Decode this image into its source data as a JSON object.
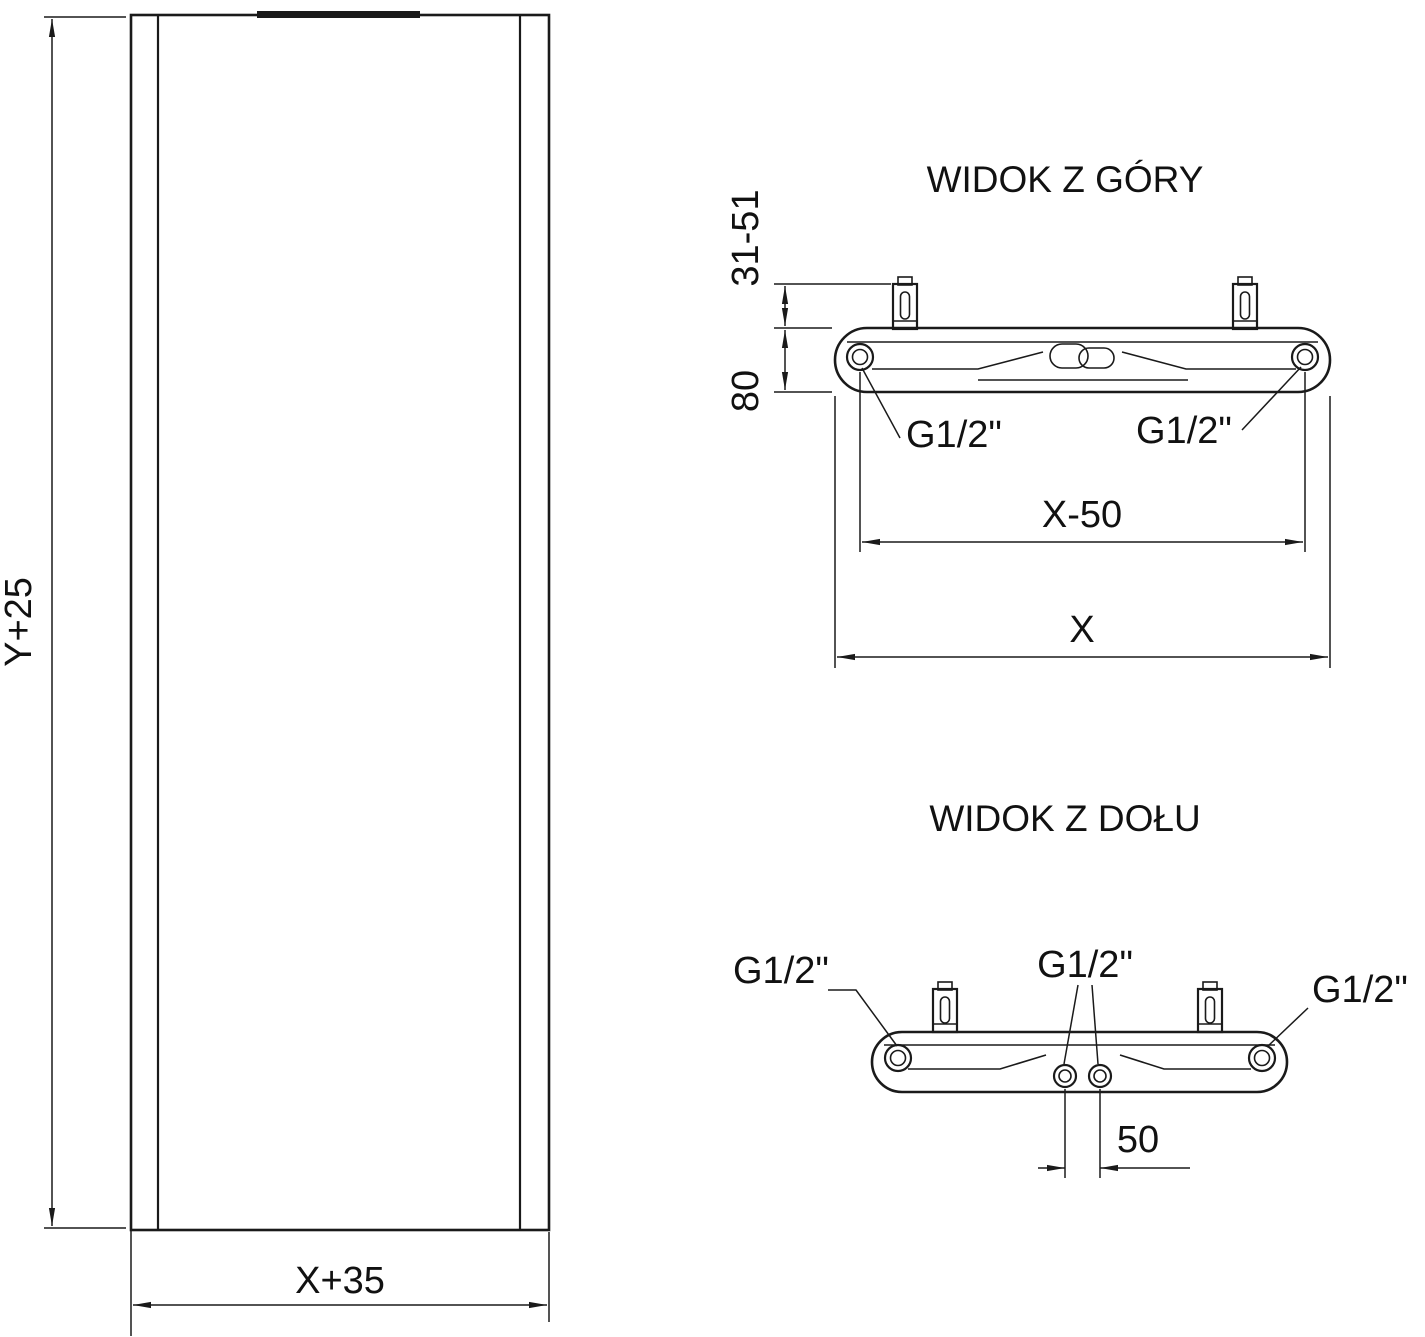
{
  "page": {
    "background_color": "#ffffff",
    "line_color": "#1a1a1a"
  },
  "front_view": {
    "height_dim_label": "Y+25",
    "width_dim_label": "X+35"
  },
  "top_view": {
    "title": "WIDOK Z GÓRY",
    "bracket_offset_dim_label": "31-51",
    "depth_dim_label": "80",
    "left_connection_label": "G1/2\"",
    "right_connection_label": "G1/2\"",
    "connection_spacing_dim_label": "X-50",
    "overall_width_dim_label": "X"
  },
  "bottom_view": {
    "title": "WIDOK Z DOŁU",
    "left_connection_label": "G1/2\"",
    "center_connection_label": "G1/2\"",
    "right_connection_label": "G1/2\"",
    "center_spacing_dim_label": "50"
  }
}
